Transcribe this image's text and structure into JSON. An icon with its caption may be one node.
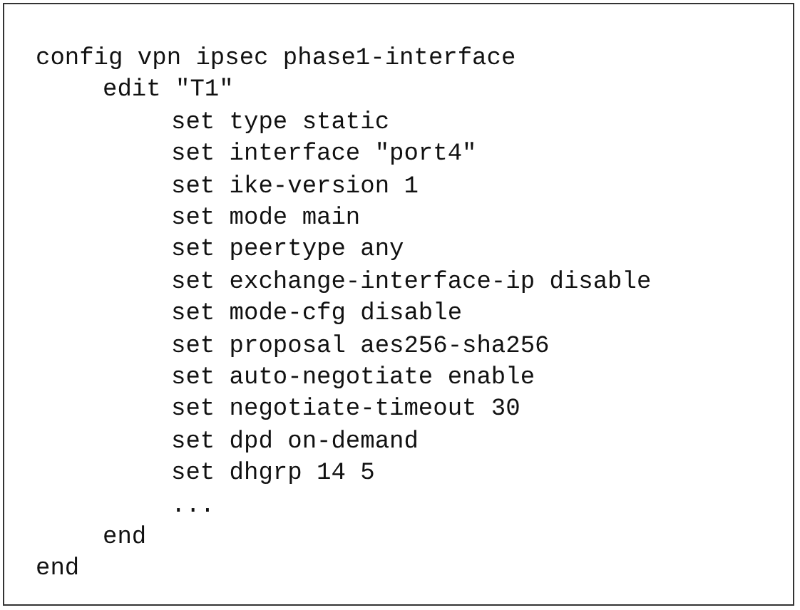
{
  "diagram": {
    "labels": [
      "config vpn ipsec phase1-interface",
      "edit \"T1\"",
      "set type static",
      "set interface \"port4\"",
      "set ike-version 1",
      "set mode main",
      "set peertype any",
      "set exchange-interface-ip disable",
      "set mode-cfg disable",
      "set proposal aes256-sha256",
      "set auto-negotiate enable",
      "set negotiate-timeout 30",
      "set dpd on-demand",
      "set dhgrp 14 5",
      "...",
      "end",
      "end"
    ]
  }
}
